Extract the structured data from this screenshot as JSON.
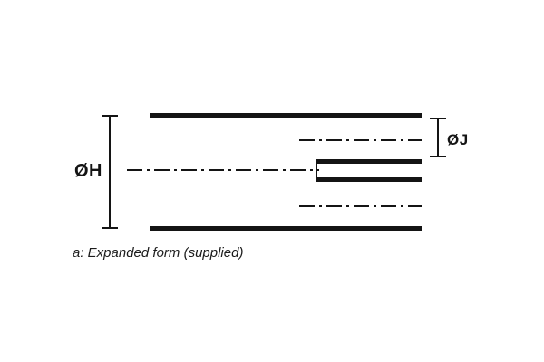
{
  "diagram": {
    "title": "expanded-sleeve-cross-section",
    "dimensions": {
      "outer": {
        "label": "ØH"
      },
      "inner": {
        "label": "ØJ"
      }
    },
    "caption": "a: Expanded form (supplied)"
  },
  "colors": {
    "line": "#141414",
    "background": "#ffffff"
  }
}
